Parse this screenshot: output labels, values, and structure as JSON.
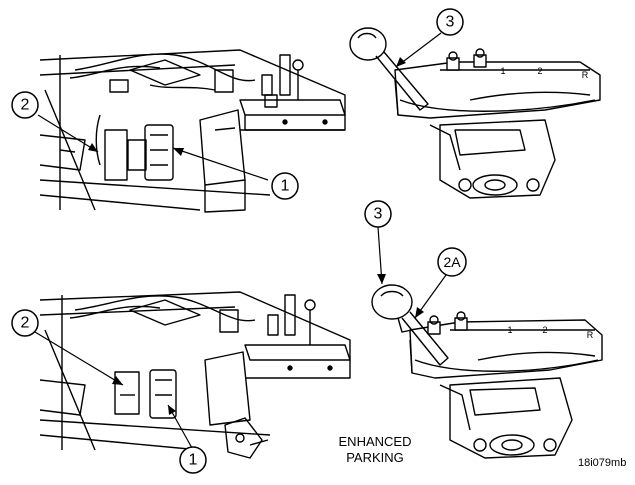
{
  "callouts": {
    "top_left_1": "1",
    "top_left_2": "2",
    "top_right_3": "3",
    "bottom_left_1": "1",
    "bottom_left_2": "2",
    "bottom_right_3": "3",
    "bottom_right_2a": "2A"
  },
  "lever_marks": {
    "top_1": "1",
    "top_2": "2",
    "top_r": "R",
    "bottom_1": "1",
    "bottom_2": "2",
    "bottom_r": "R"
  },
  "caption": {
    "line1": "ENHANCED",
    "line2": "PARKING"
  },
  "figure_id": "18i079mb"
}
